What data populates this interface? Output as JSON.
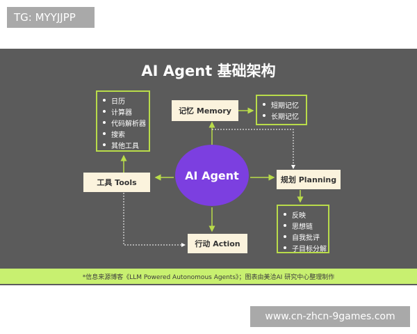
{
  "watermarks": {
    "top": "TG: MYYJJPP",
    "bottom": "www.cn-zhcn-9games.com"
  },
  "title": "AI Agent 基础架构",
  "center": "AI Agent",
  "nodes": {
    "memory": "记忆 Memory",
    "tools": "工具 Tools",
    "planning": "规划 Planning",
    "action": "行动 Action"
  },
  "tools_list": [
    "日历",
    "计算器",
    "代码解析器",
    "搜索",
    "其他工具"
  ],
  "memory_list": [
    "短期记忆",
    "长期记忆"
  ],
  "planning_list": [
    "反映",
    "思想链",
    "自我批评",
    "子目标分解"
  ],
  "footer": "*信息来源博客《LLM Powered Autonomous Agents》；图表由美洽AI 研究中心整理制作",
  "colors": {
    "panel": "#5b5b5b",
    "agent": "#7c3fe0",
    "accent": "#b9dc4a",
    "node": "#fbf3dd",
    "footer": "#c8f070"
  }
}
